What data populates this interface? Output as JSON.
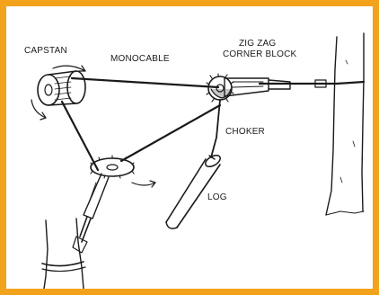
{
  "labels": {
    "capstan": "CAPSTAN",
    "monocable": "MONOCABLE",
    "corner_block_line1": "ZIG ZAG",
    "corner_block_line2": "CORNER BLOCK",
    "choker": "CHOKER",
    "log": "LOG"
  },
  "colors": {
    "border": "#f3a21c",
    "ink": "#1a1a1a",
    "background": "#ffffff"
  }
}
